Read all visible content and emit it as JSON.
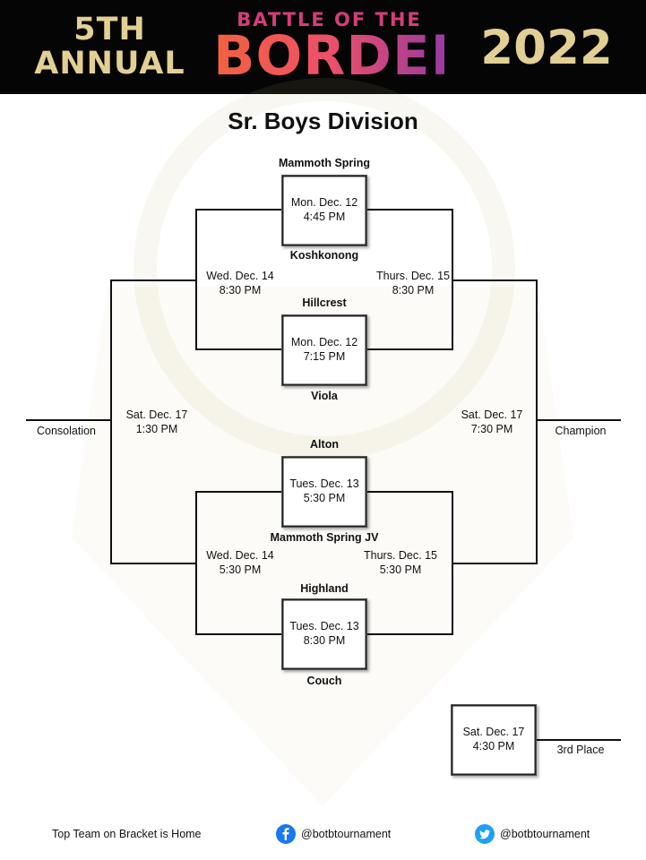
{
  "header": {
    "annual_line1": "5TH",
    "annual_line2": "ANNUAL",
    "battle": "BATTLE OF THE",
    "border": "BORDER",
    "year": "2022"
  },
  "division_title": "Sr. Boys Division",
  "games": {
    "g1": {
      "date": "Mon. Dec. 12",
      "time": "4:45 PM"
    },
    "g2": {
      "date": "Mon. Dec. 12",
      "time": "7:15 PM"
    },
    "g3": {
      "date": "Tues. Dec. 13",
      "time": "5:30 PM"
    },
    "g4": {
      "date": "Tues. Dec. 13",
      "time": "8:30 PM"
    },
    "w_top": {
      "date": "Wed. Dec. 14",
      "time": "8:30 PM"
    },
    "t_top": {
      "date": "Thurs. Dec. 15",
      "time": "8:30 PM"
    },
    "w_bot": {
      "date": "Wed. Dec. 14",
      "time": "5:30 PM"
    },
    "t_bot": {
      "date": "Thurs. Dec. 15",
      "time": "5:30 PM"
    },
    "consolation_final": {
      "date": "Sat. Dec. 17",
      "time": "1:30 PM"
    },
    "championship_final": {
      "date": "Sat. Dec. 17",
      "time": "7:30 PM"
    },
    "third_place_game": {
      "date": "Sat. Dec. 17",
      "time": "4:30 PM"
    }
  },
  "teams": {
    "t1": "Mammoth Spring",
    "t2": "Koshkonong",
    "t3": "Hillcrest",
    "t4": "Viola",
    "t5": "Alton",
    "t6": "Mammoth Spring JV",
    "t7": "Highland",
    "t8": "Couch"
  },
  "results": {
    "consolation": "Consolation",
    "champion": "Champion",
    "third_place": "3rd Place"
  },
  "footer": {
    "home_note": "Top Team on Bracket is Home",
    "facebook_handle": "@botbtournament",
    "twitter_handle": "@botbtournament",
    "facebook_icon": "facebook-icon",
    "twitter_icon": "twitter-icon"
  },
  "colors": {
    "gold": "#e2cf94",
    "border_orange": "#f2613f",
    "border_purple": "#9a3aa0",
    "facebook_blue": "#1877f2",
    "twitter_blue": "#1da1f2"
  }
}
